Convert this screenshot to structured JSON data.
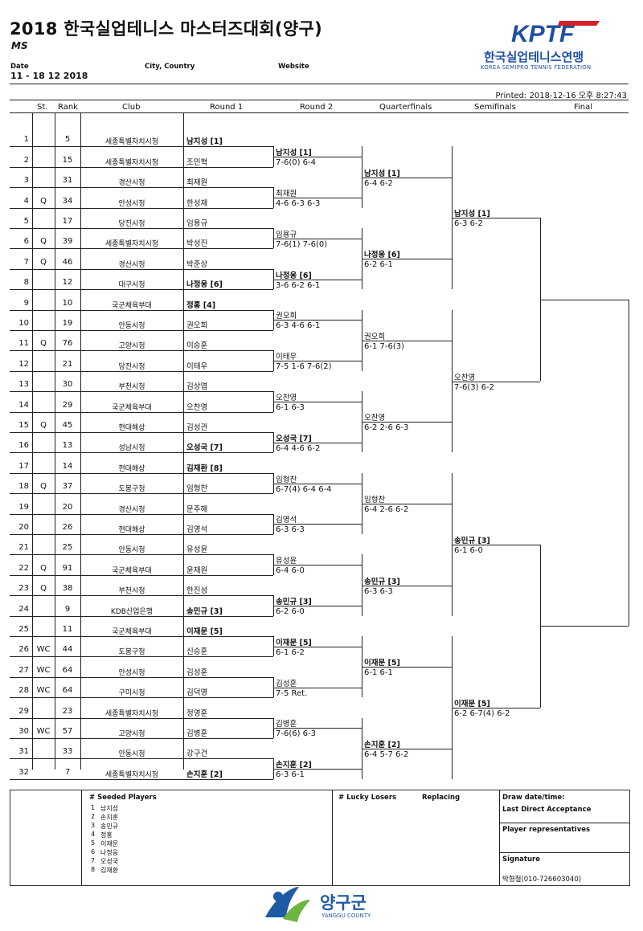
{
  "header": {
    "title": "2018 한국실업테니스 마스터즈대회(양구)",
    "subtitle": "MS",
    "date_label": "Date",
    "city_label": "City, Country",
    "website_label": "Website",
    "dates": "11 - 18 12 2018",
    "printed": "Printed: 2018-12-16 오후 8:27:43"
  },
  "federation": {
    "logo_text": "KPTF",
    "name_ko": "한국실업테니스연맹",
    "name_en": "KOREA SEMIPRO TENNIS FEDERATION",
    "brand_blue": "#1e4fa3",
    "brand_red": "#d42027"
  },
  "columns": {
    "st": "St.",
    "rank": "Rank",
    "club": "Club",
    "r1": "Round 1",
    "r2": "Round 2",
    "qf": "Quarterfinals",
    "sf": "Semifinals",
    "final": "Final"
  },
  "entries": [
    {
      "num": "1",
      "st": "",
      "rank": "5",
      "club": "세종특별자치시청",
      "player": "남지성 [1]",
      "seed": true
    },
    {
      "num": "2",
      "st": "",
      "rank": "15",
      "club": "세종특별자치시청",
      "player": "조민혁",
      "seed": false
    },
    {
      "num": "3",
      "st": "",
      "rank": "31",
      "club": "경산시청",
      "player": "최재원",
      "seed": false
    },
    {
      "num": "4",
      "st": "Q",
      "rank": "34",
      "club": "안성시청",
      "player": "한성재",
      "seed": false
    },
    {
      "num": "5",
      "st": "",
      "rank": "17",
      "club": "당진시청",
      "player": "임용규",
      "seed": false
    },
    {
      "num": "6",
      "st": "Q",
      "rank": "39",
      "club": "세종특별자치시청",
      "player": "박성진",
      "seed": false
    },
    {
      "num": "7",
      "st": "Q",
      "rank": "46",
      "club": "경산시청",
      "player": "박준상",
      "seed": false
    },
    {
      "num": "8",
      "st": "",
      "rank": "12",
      "club": "대구시청",
      "player": "나정웅 [6]",
      "seed": true
    },
    {
      "num": "9",
      "st": "",
      "rank": "10",
      "club": "국군체육부대",
      "player": "정홍 [4]",
      "seed": true
    },
    {
      "num": "10",
      "st": "",
      "rank": "19",
      "club": "안동시청",
      "player": "권오희",
      "seed": false
    },
    {
      "num": "11",
      "st": "Q",
      "rank": "76",
      "club": "고양시청",
      "player": "이승훈",
      "seed": false
    },
    {
      "num": "12",
      "st": "",
      "rank": "21",
      "club": "당진시청",
      "player": "이태우",
      "seed": false
    },
    {
      "num": "13",
      "st": "",
      "rank": "30",
      "club": "부천시청",
      "player": "김상엽",
      "seed": false
    },
    {
      "num": "14",
      "st": "",
      "rank": "29",
      "club": "국군체육부대",
      "player": "오찬영",
      "seed": false
    },
    {
      "num": "15",
      "st": "Q",
      "rank": "45",
      "club": "현대해상",
      "player": "김성관",
      "seed": false
    },
    {
      "num": "16",
      "st": "",
      "rank": "13",
      "club": "성남시청",
      "player": "오성국 [7]",
      "seed": true
    },
    {
      "num": "17",
      "st": "",
      "rank": "14",
      "club": "현대해상",
      "player": "김재환 [8]",
      "seed": true
    },
    {
      "num": "18",
      "st": "Q",
      "rank": "37",
      "club": "도봉구청",
      "player": "임형찬",
      "seed": false
    },
    {
      "num": "19",
      "st": "",
      "rank": "20",
      "club": "경산시청",
      "player": "문주해",
      "seed": false
    },
    {
      "num": "20",
      "st": "",
      "rank": "26",
      "club": "현대해상",
      "player": "김영석",
      "seed": false
    },
    {
      "num": "21",
      "st": "",
      "rank": "25",
      "club": "안동시청",
      "player": "유성윤",
      "seed": false
    },
    {
      "num": "22",
      "st": "Q",
      "rank": "91",
      "club": "국군체육부대",
      "player": "윤재원",
      "seed": false
    },
    {
      "num": "23",
      "st": "Q",
      "rank": "38",
      "club": "부천시청",
      "player": "한진성",
      "seed": false
    },
    {
      "num": "24",
      "st": "",
      "rank": "9",
      "club": "KDB산업은행",
      "player": "송민규 [3]",
      "seed": true
    },
    {
      "num": "25",
      "st": "",
      "rank": "11",
      "club": "국군체육부대",
      "player": "이재문 [5]",
      "seed": true
    },
    {
      "num": "26",
      "st": "WC",
      "rank": "44",
      "club": "도봉구청",
      "player": "신승훈",
      "seed": false
    },
    {
      "num": "27",
      "st": "WC",
      "rank": "64",
      "club": "안성시청",
      "player": "김성훈",
      "seed": false
    },
    {
      "num": "28",
      "st": "WC",
      "rank": "64",
      "club": "구미시청",
      "player": "김덕영",
      "seed": false
    },
    {
      "num": "29",
      "st": "",
      "rank": "23",
      "club": "세종특별자치시청",
      "player": "정영훈",
      "seed": false
    },
    {
      "num": "30",
      "st": "WC",
      "rank": "57",
      "club": "고양시청",
      "player": "김병훈",
      "seed": false
    },
    {
      "num": "31",
      "st": "",
      "rank": "33",
      "club": "안동시청",
      "player": "강구건",
      "seed": false
    },
    {
      "num": "32",
      "st": "",
      "rank": "7",
      "club": "세종특별자치시청",
      "player": "손지훈 [2]",
      "seed": true
    }
  ],
  "round2": [
    {
      "name": "남지성 [1]",
      "score": "7-6(0) 6-4",
      "seed": true
    },
    {
      "name": "최재원",
      "score": "4-6 6-3 6-3",
      "seed": false
    },
    {
      "name": "임용규",
      "score": "7-6(1) 7-6(0)",
      "seed": false
    },
    {
      "name": "나정웅 [6]",
      "score": "3-6 6-2 6-1",
      "seed": true
    },
    {
      "name": "권오희",
      "score": "6-3 4-6 6-1",
      "seed": false
    },
    {
      "name": "이태우",
      "score": "7-5 1-6 7-6(2)",
      "seed": false
    },
    {
      "name": "오찬영",
      "score": "6-1 6-3",
      "seed": false
    },
    {
      "name": "오성국 [7]",
      "score": "6-4 4-6 6-2",
      "seed": true
    },
    {
      "name": "임형찬",
      "score": "6-7(4) 6-4 6-4",
      "seed": false
    },
    {
      "name": "김영석",
      "score": "6-3 6-3",
      "seed": false
    },
    {
      "name": "유성윤",
      "score": "6-4 6-0",
      "seed": false
    },
    {
      "name": "송민규 [3]",
      "score": "6-2 6-0",
      "seed": true
    },
    {
      "name": "이재문 [5]",
      "score": "6-1 6-2",
      "seed": true
    },
    {
      "name": "김성훈",
      "score": "7-5 Ret.",
      "seed": false
    },
    {
      "name": "김병훈",
      "score": "7-6(6) 6-3",
      "seed": false
    },
    {
      "name": "손지훈 [2]",
      "score": "6-3 6-1",
      "seed": true
    }
  ],
  "quarterfinals": [
    {
      "name": "남지성 [1]",
      "score": "6-4 6-2",
      "seed": true
    },
    {
      "name": "나정웅 [6]",
      "score": "6-2 6-1",
      "seed": true
    },
    {
      "name": "권오희",
      "score": "6-1 7-6(3)",
      "seed": false
    },
    {
      "name": "오찬영",
      "score": "6-2 2-6 6-3",
      "seed": false
    },
    {
      "name": "임형찬",
      "score": "6-4 2-6 6-2",
      "seed": false
    },
    {
      "name": "송민규 [3]",
      "score": "6-3 6-3",
      "seed": true
    },
    {
      "name": "이재문 [5]",
      "score": "6-1 6-1",
      "seed": true
    },
    {
      "name": "손지훈 [2]",
      "score": "6-4 5-7 6-2",
      "seed": true
    }
  ],
  "semifinals": [
    {
      "name": "남지성 [1]",
      "score": "6-3 6-2",
      "seed": true
    },
    {
      "name": "오찬영",
      "score": "7-6(3) 6-2",
      "seed": false
    },
    {
      "name": "송민규 [3]",
      "score": "6-1 6-0",
      "seed": true
    },
    {
      "name": "이재문 [5]",
      "score": "6-2 6-7(4) 6-2",
      "seed": true
    }
  ],
  "footer": {
    "seeded_title": "# Seeded Players",
    "seeded": [
      {
        "n": "1",
        "name": "남지성"
      },
      {
        "n": "2",
        "name": "손지훈"
      },
      {
        "n": "3",
        "name": "송민규"
      },
      {
        "n": "4",
        "name": "정홍"
      },
      {
        "n": "5",
        "name": "이재문"
      },
      {
        "n": "6",
        "name": "나정웅"
      },
      {
        "n": "7",
        "name": "오성국"
      },
      {
        "n": "8",
        "name": "김재환"
      }
    ],
    "lucky_losers": "# Lucky Losers",
    "replacing": "Replacing",
    "draw_datetime": "Draw date/time:",
    "last_direct": "Last Direct Acceptance",
    "player_reps": "Player representatives",
    "signature": "Signature",
    "signature_name": "박형철(010-726603040)"
  },
  "sponsor": {
    "name_ko": "양구군",
    "name_en": "YANGGU COUNTY",
    "color_blue": "#1f5aa6",
    "color_green": "#6fb43f"
  }
}
